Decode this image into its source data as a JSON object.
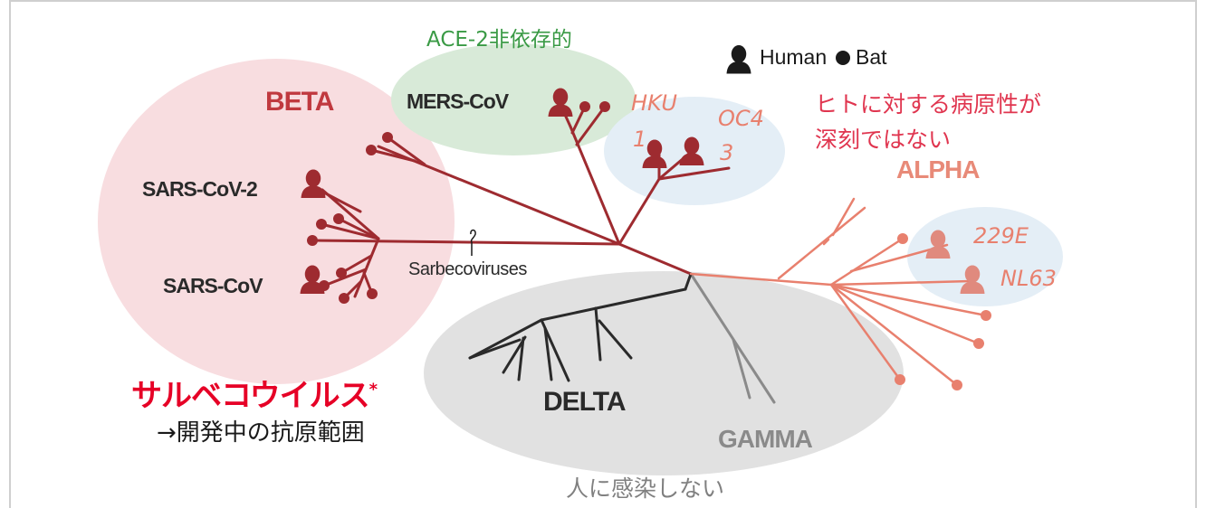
{
  "groups": {
    "beta": "BETA",
    "alpha": "ALPHA",
    "delta": "DELTA",
    "gamma": "GAMMA"
  },
  "viruses": {
    "mers": "MERS-CoV",
    "sars2": "SARS-CoV-2",
    "sars": "SARS-CoV",
    "hku1_line1": "HKU",
    "hku1_line2": "1",
    "oc43_line1": "OC4",
    "oc43_line2": "3",
    "e229": "229E",
    "nl63": "NL63"
  },
  "clade_label": "Sarbecoviruses",
  "legend": {
    "human_label": "Human",
    "bat_label": "Bat",
    "human_icon": "human-head-icon",
    "bat_icon": "bat-dot-icon"
  },
  "annotations": {
    "ace2": "ACE-2非依存的",
    "mild_line1": "ヒトに対する病原性が",
    "mild_line2": "深刻ではない",
    "sarbeco_title": "サルベコウイルス",
    "asterisk": "*",
    "antigen_range": "→開発中の抗原範囲",
    "no_infect": "人に感染しない"
  },
  "colors": {
    "beta": "#9e2b30",
    "beta_label": "#c0393f",
    "alpha": "#e8806e",
    "alpha_label": "#e88a78",
    "delta": "#2a2a2a",
    "gamma": "#8a8a8a",
    "pink_bg": "#f8dde0",
    "green_bg": "#d8ead8",
    "blue_bg": "#e4eef6",
    "gray_bg": "#e1e1e1",
    "annotation_red": "#e0354f",
    "annotation_green": "#3a9a45",
    "title_red": "#e60026"
  }
}
